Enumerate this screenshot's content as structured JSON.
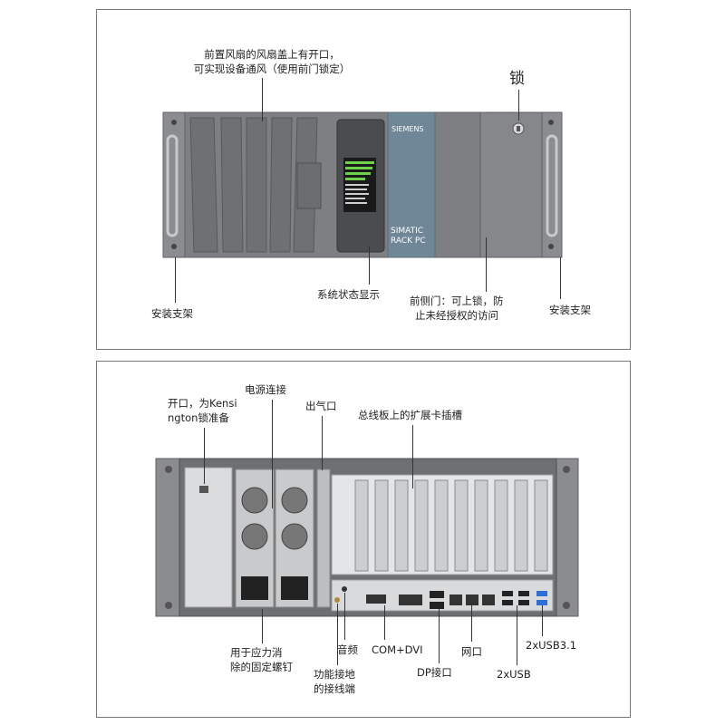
{
  "front": {
    "labels": {
      "fan_vent_1": "前置风扇的风扇盖上有开口，",
      "fan_vent_2": "可实现设备通风（使用前门锁定）",
      "lock": "锁",
      "mount_left": "安装支架",
      "status_display": "系统状态显示",
      "side_door_1": "前侧门：可上锁，防",
      "side_door_2": "止未经授权的访问",
      "mount_right": "安装支架"
    },
    "device": {
      "brand": "SIEMENS",
      "model_1": "SIMATIC",
      "model_2": "RACK PC"
    }
  },
  "rear": {
    "labels": {
      "kensington_1": "开口，为Kensi",
      "kensington_2": "ngton锁准备",
      "power": "电源连接",
      "outlet": "出气口",
      "expansion": "总线板上的扩展卡插槽",
      "screws_1": "用于应力消",
      "screws_2": "除的固定螺钉",
      "audio": "音频",
      "ground_1": "功能接地",
      "ground_2": "的接线端",
      "com_dvi": "COM+DVI",
      "dp": "DP接口",
      "lan": "网口",
      "usb2": "2xUSB",
      "usb31": "2xUSB3.1"
    }
  },
  "colors": {
    "chassis": "#7d7f82",
    "chassis_dark": "#5e6063",
    "panel_blue": "#6f8796",
    "screen_green": "#6fd14a",
    "usb_blue": "#2d6fd6"
  }
}
